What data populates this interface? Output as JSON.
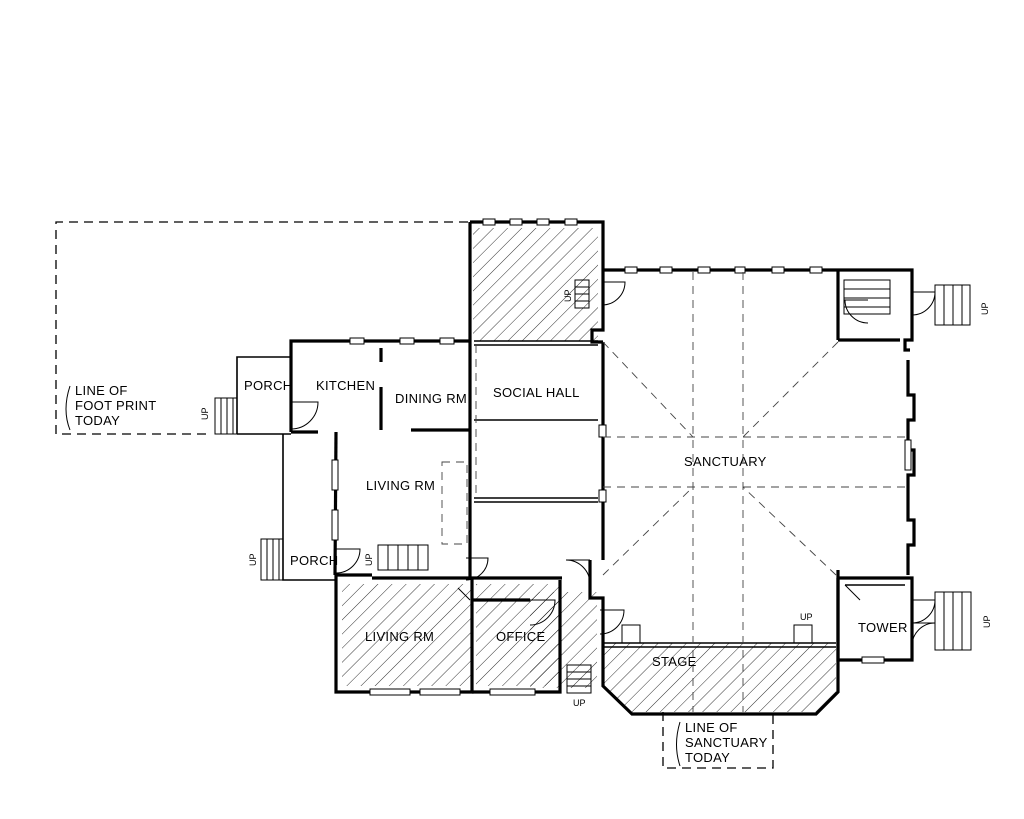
{
  "rooms": {
    "porch_upper": "PORCH",
    "kitchen": "KITCHEN",
    "dining": "DINING RM",
    "social_hall": "SOCIAL HALL",
    "sanctuary": "SANCTUARY",
    "living_upper": "LIVING RM",
    "porch_lower": "PORCH",
    "living_lower": "LIVING RM",
    "office": "OFFICE",
    "stage": "STAGE",
    "tower": "TOWER"
  },
  "notes": {
    "footprint": [
      "LINE OF",
      "FOOT PRINT",
      "TODAY"
    ],
    "sanctuary_line": [
      "LINE OF",
      "SANCTUARY",
      "TODAY"
    ]
  },
  "stairs": {
    "up": "UP"
  }
}
